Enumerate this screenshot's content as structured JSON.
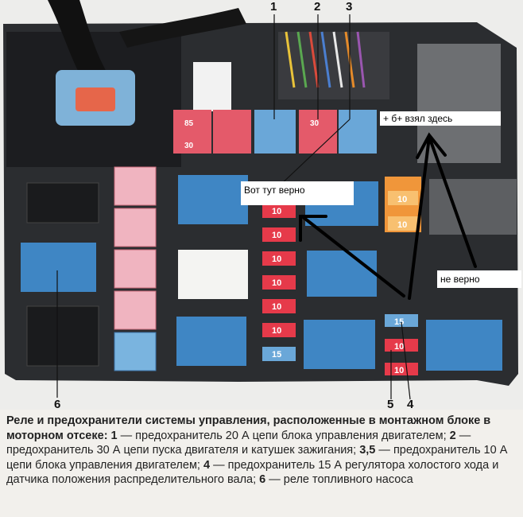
{
  "callouts": {
    "n1": "1",
    "n2": "2",
    "n3": "3",
    "n4": "4",
    "n5": "5",
    "n6": "6"
  },
  "fuse_labels": {
    "top_left_1": "85",
    "top_left_2": "30",
    "top_mid_1": "30",
    "column": [
      "10",
      "10",
      "10",
      "10",
      "10",
      "10",
      "15"
    ],
    "right_orange_1": "10",
    "right_orange_2": "10",
    "small_blue": "15",
    "small_red_1": "10",
    "small_red_2": "10"
  },
  "annotations": {
    "took_here": "+ б+ взял здесь",
    "right_here": "Вот тут верно",
    "not_right": "не верно"
  },
  "caption": {
    "bold_intro": "Реле и предохранители системы управления, расположенные в монтажном блоке в моторном отсеке: 1",
    "p1": " — предохранитель 20 А цепи блока управления двигателем; ",
    "n2": "2",
    "p2": " — предохранитель 30 А цепи пуска двигателя и катушек зажигания; ",
    "n35": "3,5",
    "p35": " — предохранитель 10 А цепи блока управления двигателем; ",
    "n4": "4",
    "p4": " — предохранитель 15 А регулятора холостого хода и датчика положения распределительного вала; ",
    "n6": "6",
    "p6": " — реле топливного насоса"
  },
  "colors": {
    "relay_blue": "#3f86c4",
    "fuse_red": "#d8485a",
    "fuse_pink": "#f0b4c0",
    "fuse_blue": "#6aa7d8",
    "fuse_orange": "#f0963a",
    "block_dark": "#2b2d30"
  }
}
